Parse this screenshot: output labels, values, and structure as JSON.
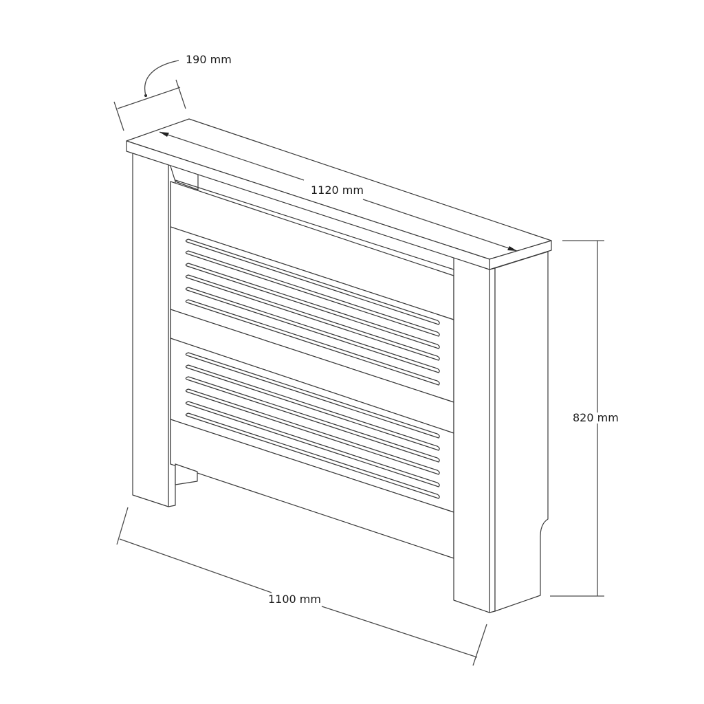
{
  "diagram": {
    "subject": "Radiator cover",
    "style": "line drawing, isometric",
    "line_color": "#3a3a3a",
    "background": "#ffffff",
    "dimensions": {
      "depth": {
        "label": "190 mm",
        "value": 190,
        "unit": "mm"
      },
      "top_width": {
        "label": "1120 mm",
        "value": 1120,
        "unit": "mm"
      },
      "height": {
        "label": "820 mm",
        "value": 820,
        "unit": "mm"
      },
      "body_width": {
        "label": "1100 mm",
        "value": 1100,
        "unit": "mm"
      }
    },
    "panels": [
      {
        "name": "upper-grille",
        "slots": 6
      },
      {
        "name": "lower-grille",
        "slots": 6
      }
    ]
  }
}
